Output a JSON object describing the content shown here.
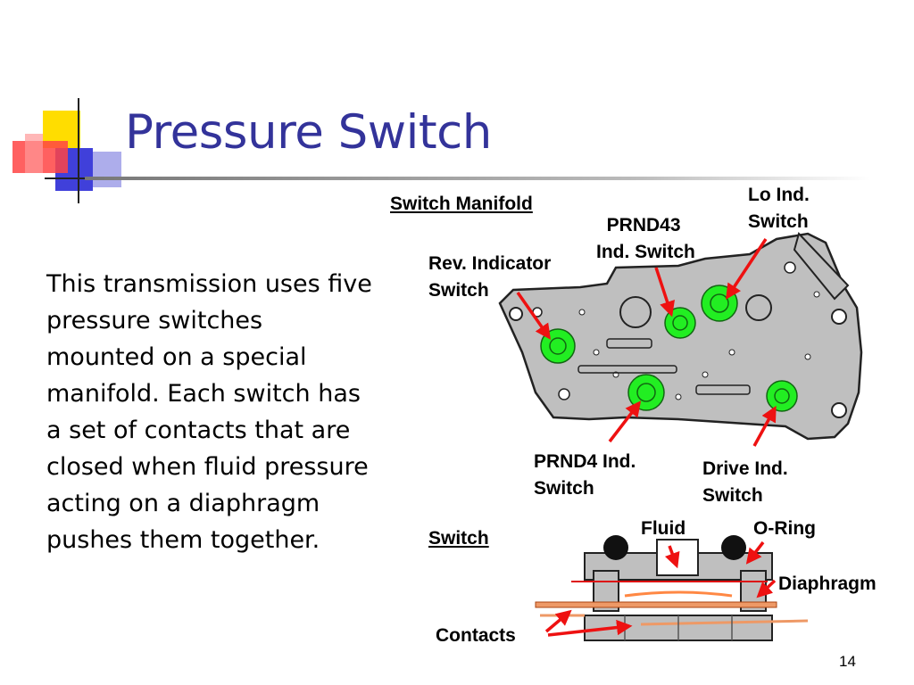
{
  "slide": {
    "title": "Pressure Switch",
    "body": "This transmission uses five pressure switches mounted on a special manifold. Each switch has a set of contacts that are closed when fluid pressure acting on a diaphragm pushes them together.",
    "page_number": "14"
  },
  "diagram": {
    "manifold_heading": "Switch Manifold",
    "labels": {
      "lo": "Lo Ind.\nSwitch",
      "prnd43": "  PRND43\nInd. Switch",
      "rev": "Rev. Indicator\nSwitch",
      "prnd4": "PRND4 Ind.\nSwitch",
      "drive": "Drive Ind.\nSwitch"
    },
    "switch_heading": "Switch",
    "section_labels": {
      "fluid": "Fluid",
      "oring": "O-Ring",
      "diaphragm": "Diaphragm",
      "contacts": "Contacts"
    }
  },
  "colors": {
    "title": "#33339a",
    "switch_green": "#22ee22",
    "arrow_red": "#ee1111",
    "manifold_gray": "#bfbfbf"
  }
}
